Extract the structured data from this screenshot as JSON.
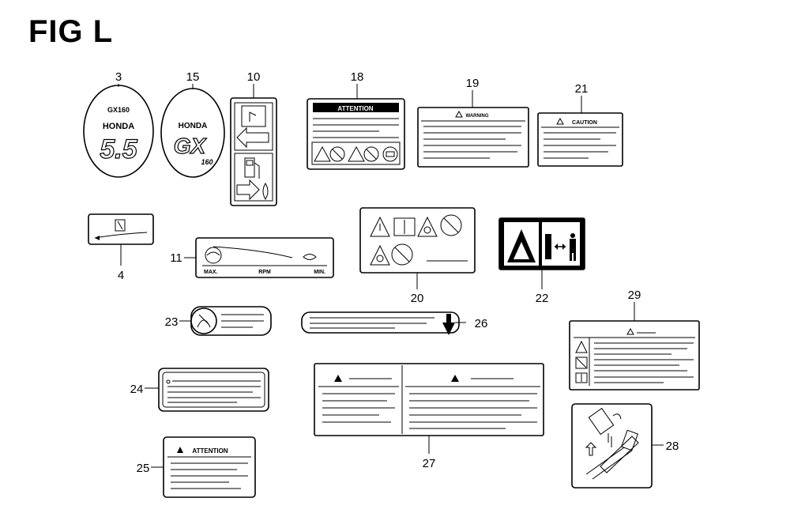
{
  "figure": {
    "title": "FIG L"
  },
  "callouts": [
    "3",
    "15",
    "10",
    "18",
    "19",
    "21",
    "4",
    "11",
    "20",
    "22",
    "23",
    "26",
    "29",
    "24",
    "27",
    "28",
    "25"
  ],
  "decal_text": {
    "d3_model": "GX160",
    "d3_brand": "HONDA",
    "d3_hp": "5.5",
    "d15_brand": "HONDA",
    "d15_series": "GX",
    "d15_model": "160",
    "d18_header": "ATTENTION",
    "d19_header": "WARNING",
    "d21_header": "CAUTION",
    "d11_max": "MAX.",
    "d11_rpm": "RPM",
    "d11_min": "MIN.",
    "d25_header": "ATTENTION"
  }
}
